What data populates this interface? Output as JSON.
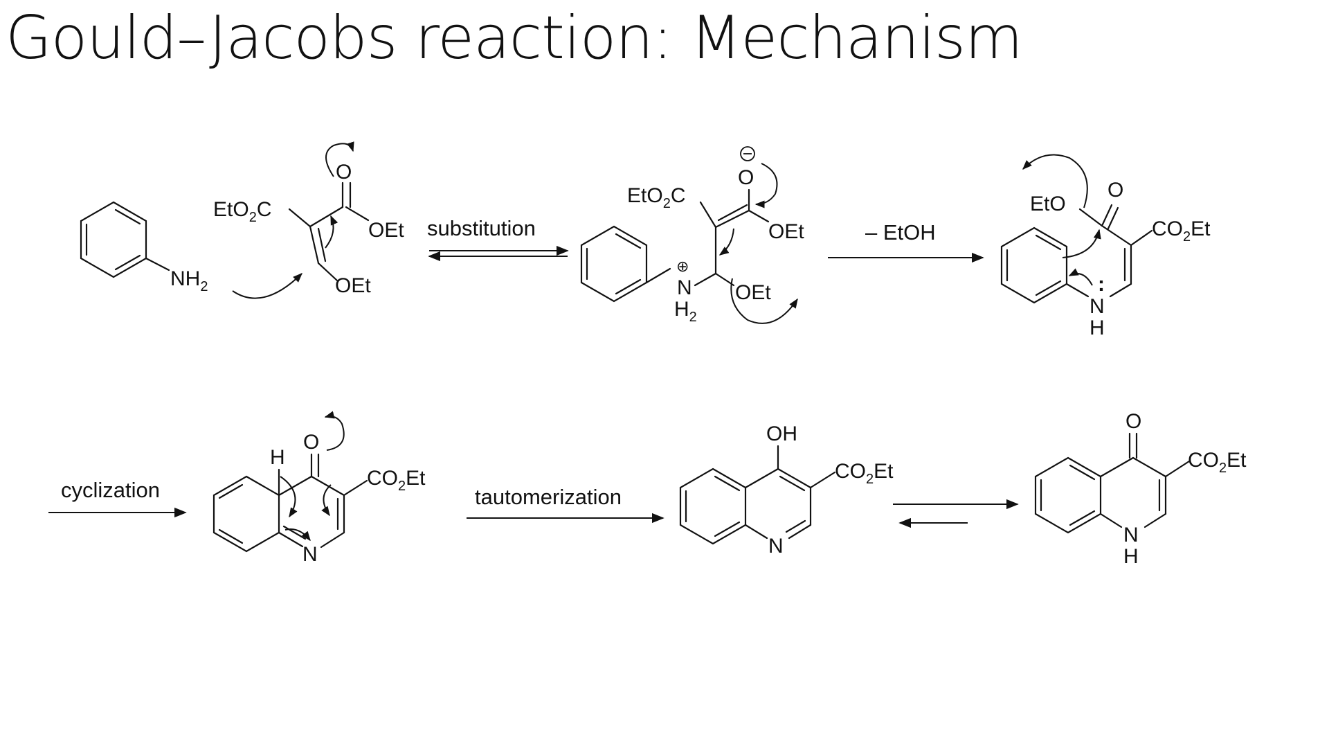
{
  "page": {
    "title": "Gould–Jacobs reaction: Mechanism"
  },
  "labels": {
    "eto2c": "EtO",
    "eto2c_sub": "2",
    "eto2c_tail": "C",
    "oet": "OEt",
    "o": "O",
    "nh2_main": "NH",
    "nh2_sub": "2",
    "n": "N",
    "h": "H",
    "h2_main": "H",
    "h2_sub": "2",
    "oh": "OH",
    "eto": "EtO",
    "co2et_a": "CO",
    "co2et_sub": "2",
    "co2et_b": "Et",
    "plus": "+",
    "minus": "−",
    "lone_pair": ":"
  },
  "steps": {
    "substitution": "substitution",
    "elimination": "– EtOH",
    "cyclization": "cyclization",
    "tautomerization": "tautomerization"
  }
}
